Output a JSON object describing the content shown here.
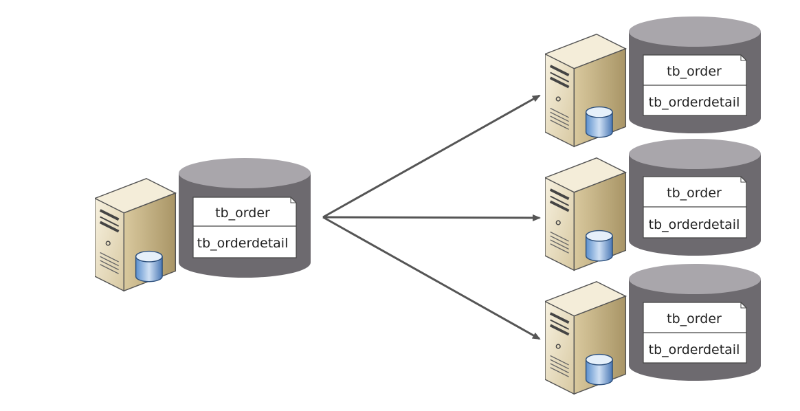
{
  "source_db": {
    "tables": [
      "tb_order",
      "tb_orderdetail"
    ]
  },
  "target_dbs": [
    {
      "tables": [
        "tb_order",
        "tb_orderdetail"
      ]
    },
    {
      "tables": [
        "tb_order",
        "tb_orderdetail"
      ]
    },
    {
      "tables": [
        "tb_order",
        "tb_orderdetail"
      ]
    }
  ],
  "colors": {
    "cylinder_body": "#6d6a6f",
    "cylinder_top": "#a9a6ab",
    "server_front": "#efe6cf",
    "server_side": "#c9b98f",
    "small_db": "#4f86c6",
    "arrow": "#555555"
  }
}
